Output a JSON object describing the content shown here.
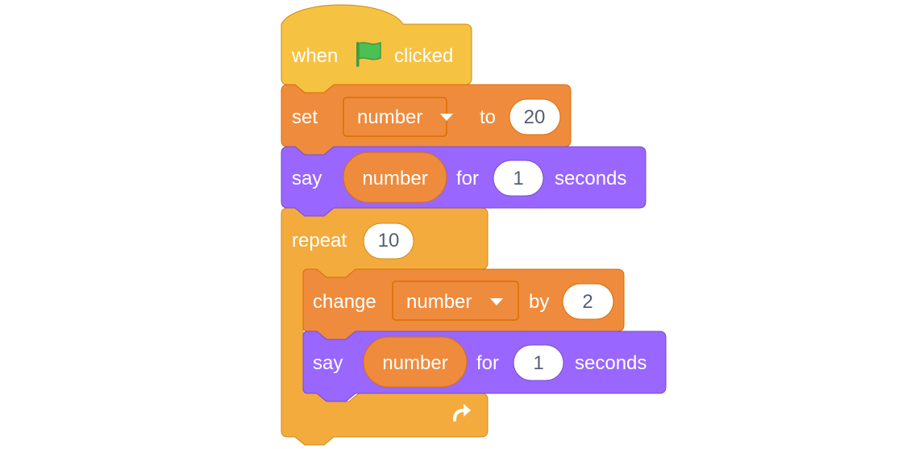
{
  "colors": {
    "events": "#ffbf00",
    "events_fill": "#f5c242",
    "variables": "#ef8b3d",
    "variables_border": "#db6e00",
    "looks": "#9966ff",
    "looks_border": "#774dcb",
    "control": "#f3ab3e",
    "control_border": "#cf8b17",
    "flag_green": "#4cbf56",
    "input_bg": "#ffffff",
    "input_text": "#575e75"
  },
  "script": {
    "hat": {
      "when_label": "when",
      "flag_icon": "green-flag-icon",
      "clicked_label": "clicked"
    },
    "set_block": {
      "set_label": "set",
      "variable": "number",
      "to_label": "to",
      "value": "20"
    },
    "say_block_1": {
      "say_label": "say",
      "reporter": "number",
      "for_label": "for",
      "duration": "1",
      "seconds_label": "seconds"
    },
    "repeat_block": {
      "repeat_label": "repeat",
      "count": "10",
      "arrow_icon": "loop-arrow-icon"
    },
    "change_block": {
      "change_label": "change",
      "variable": "number",
      "by_label": "by",
      "value": "2"
    },
    "say_block_2": {
      "say_label": "say",
      "reporter": "number",
      "for_label": "for",
      "duration": "1",
      "seconds_label": "seconds"
    }
  }
}
